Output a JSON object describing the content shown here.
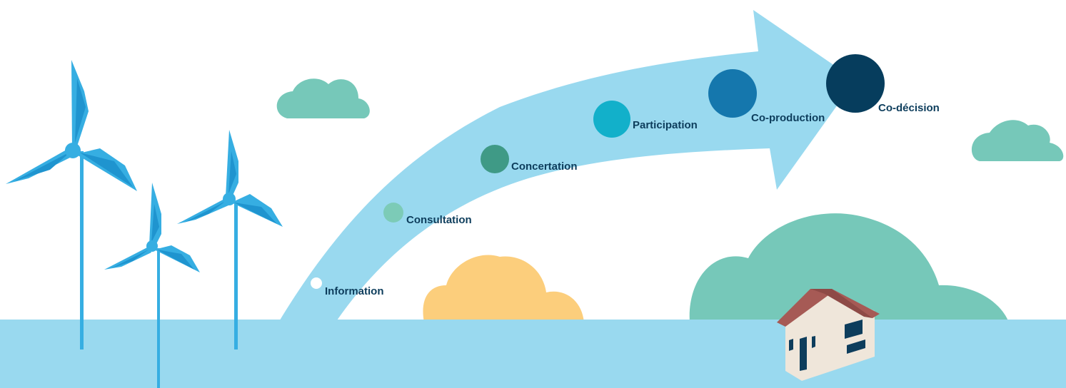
{
  "colors": {
    "sky": "#ffffff",
    "water": "#99d9ef",
    "arrow": "#99d9ef",
    "cloud_green": "#76c8b9",
    "cloud_yellow": "#fcce7c",
    "turbine": "#36aee2",
    "turbine_dark": "#1f94cf",
    "text": "#0d3d5c",
    "house_wall": "#efe6da",
    "house_roof": "#a65a55",
    "house_window": "#0d3d5c"
  },
  "stages": [
    {
      "label": "Information",
      "color": "#ffffff"
    },
    {
      "label": "Consultation",
      "color": "#7ccbb7"
    },
    {
      "label": "Concertation",
      "color": "#3f9a86"
    },
    {
      "label": "Participation",
      "color": "#12b0ca"
    },
    {
      "label": "Co-production",
      "color": "#1577ad"
    },
    {
      "label": "Co-décision",
      "color": "#063d5d"
    }
  ]
}
